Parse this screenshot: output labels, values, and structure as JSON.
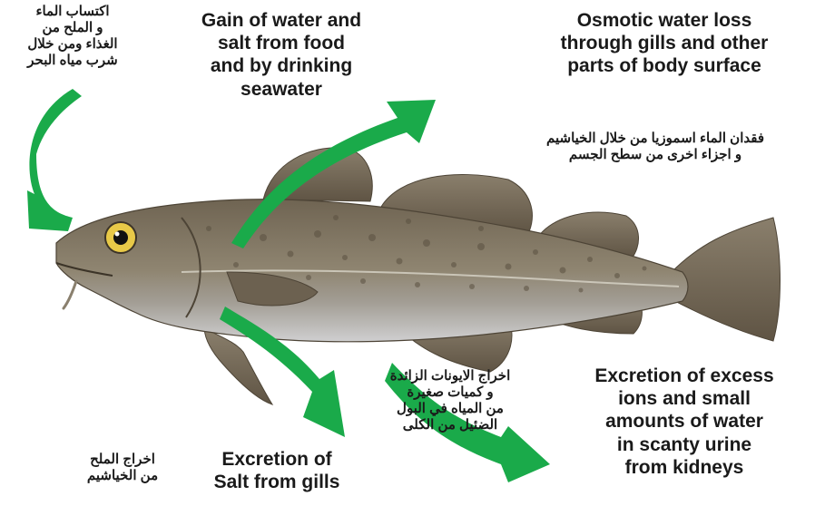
{
  "labels": {
    "gain_en": "Gain of water and\nsalt from food\nand by drinking\nseawater",
    "gain_ar": "اكتساب الماء\nو الملح من\nالغذاء ومن خلال\nشرب مياه البحر",
    "osmotic_en": "Osmotic water loss\nthrough gills and other\nparts of body surface",
    "osmotic_ar": "فقدان الماء اسموزيا من خلال الخياشيم\nو اجزاء اخرى من سطح الجسم",
    "excretion_kidney_en": "Excretion of excess\nions and small\namounts of water\nin scanty urine\nfrom kidneys",
    "excretion_kidney_ar": "اخراج الايونات الزائدة\nو كميات صغيرة\nمن المياه في البول\nالضئيل من الكلى",
    "excretion_gills_en": "Excretion of\nSalt from gills",
    "excretion_gills_ar": "اخراج الملح\nمن الخياشيم"
  },
  "colors": {
    "arrow": "#1aaa4a",
    "fish_body": "#857a66",
    "fish_belly": "#b9b7b4",
    "fin": "#6f6352",
    "text": "#1a1a1a"
  }
}
